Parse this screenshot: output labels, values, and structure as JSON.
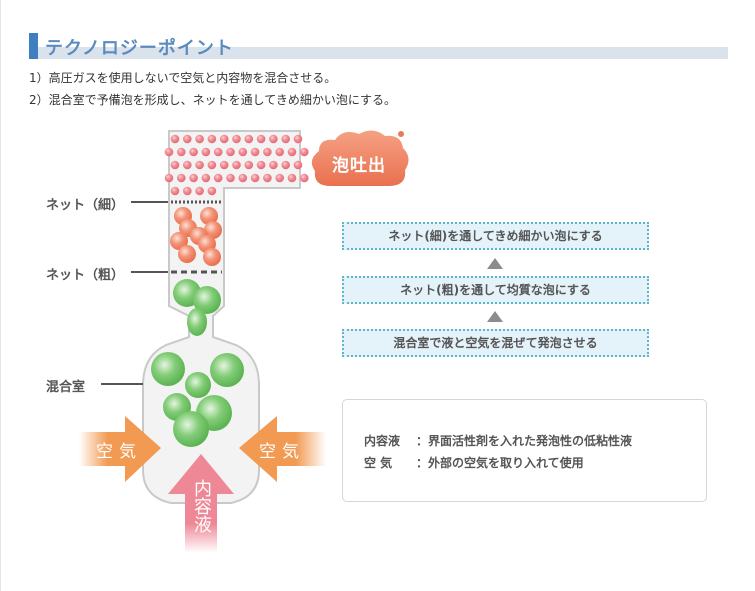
{
  "heading": {
    "title": "テクノロジーポイント"
  },
  "intro": [
    "1）高圧ガスを使用しないで空気と内容物を混合させる。",
    "2）混合室で予備泡を形成し、ネットを通してきめ細かい泡にする。"
  ],
  "diagram": {
    "labels": {
      "net_fine": "ネット（細）",
      "net_coarse": "ネット（粗）",
      "mixing_chamber": "混合室"
    },
    "foam_out": "泡吐出",
    "air_left": "空気",
    "air_right": "空気",
    "liquid": "内容液",
    "steps": [
      "ネット(細)を通してきめ細かい泡にする",
      "ネット(粗)を通して均質な泡にする",
      "混合室で液と空気を混ぜて発泡させる"
    ],
    "info": [
      {
        "key": "内容液",
        "value": "：界面活性剤を入れた発泡性の低粘性液"
      },
      {
        "key": "空 気",
        "value": "：外部の空気を取り入れて使用"
      }
    ]
  },
  "colors": {
    "accent_blue": "#3f7fc0",
    "heading_bar": "#dae3ec",
    "fine_foam": "#ee7f88",
    "coarse_foam": "#ef7f5d",
    "premix_foam": "#6cbf62",
    "air_arrow": "#f29a52",
    "liquid_arrow": "#ee8796",
    "step_box_bg": "#e4f2fa",
    "step_box_border": "#5fb6c8"
  }
}
